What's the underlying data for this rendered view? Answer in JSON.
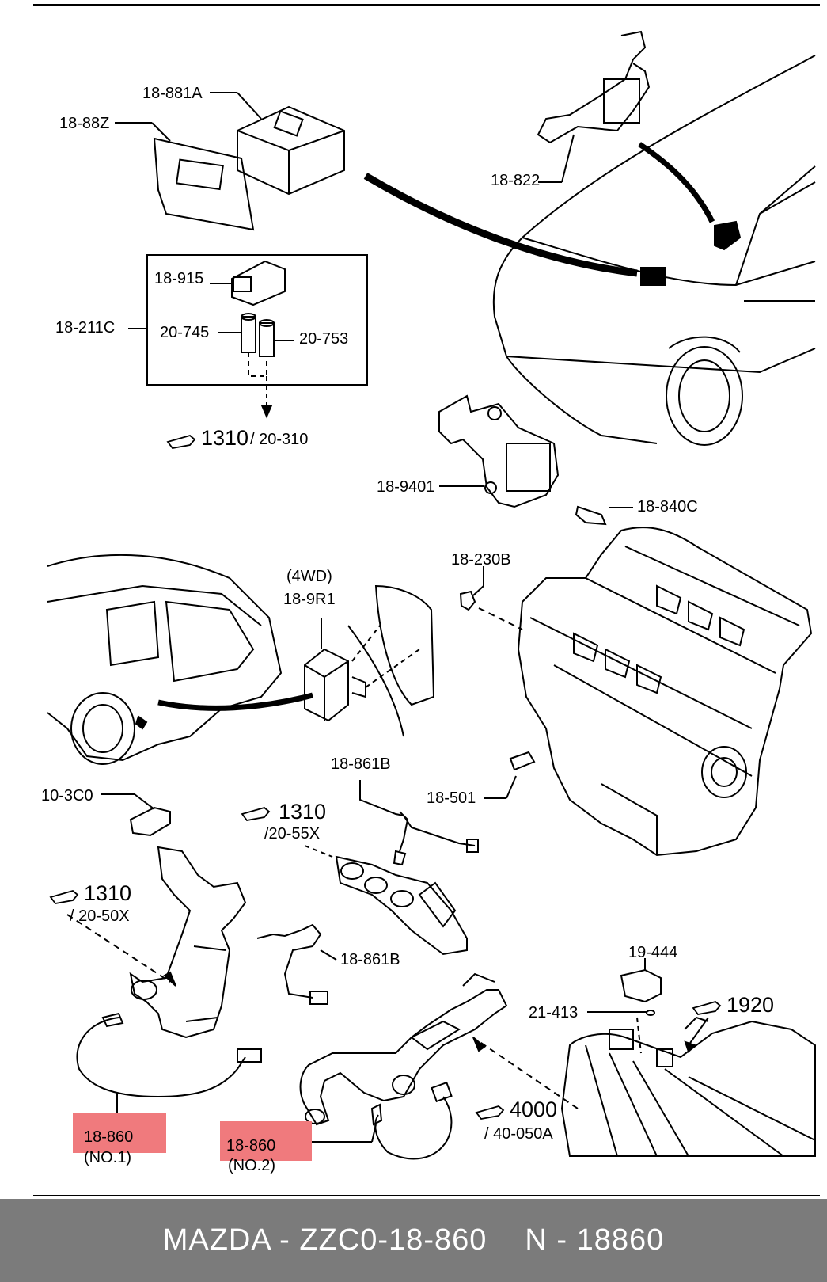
{
  "labels": {
    "ecu_module": "18-881A",
    "ecu_bracket": "18-88Z",
    "accel_sensor": "18-822",
    "connector_cap": "18-915",
    "group_box": "18-211C",
    "terminal_a": "20-745",
    "terminal_b": "20-753",
    "ref_1310_main": "1310",
    "ref_1310_sub": "/ 20-310",
    "map_sensor": "18-9401",
    "temp_sensor": "18-840C",
    "bolt": "18-230B",
    "fourwd": "(4WD)",
    "fourwd_module": "18-9R1",
    "o2_upper": "18-861B",
    "knock_sensor": "18-501",
    "plug": "10-3C0",
    "ref_1310_b": "1310",
    "ref_1310_b_sub": "/20-55X",
    "ref_1310_c": "1310",
    "ref_1310_c_sub": "/ 20-50X",
    "o2_lower": "18-861B",
    "switch": "19-444",
    "clip": "21-413",
    "ref_1920": "1920",
    "ref_4000": "4000",
    "ref_4000_sub": "/ 40-050A",
    "sensor_no1_code": "18-860",
    "sensor_no1_pos": "(NO.1)",
    "sensor_no2_code": "18-860",
    "sensor_no2_pos": "(NO.2)"
  },
  "highlight_color": "#f07a7d",
  "footer": {
    "part": "MAZDA - ZZC0-18-860",
    "number": "N - 18860",
    "background": "#7b7b7b"
  }
}
